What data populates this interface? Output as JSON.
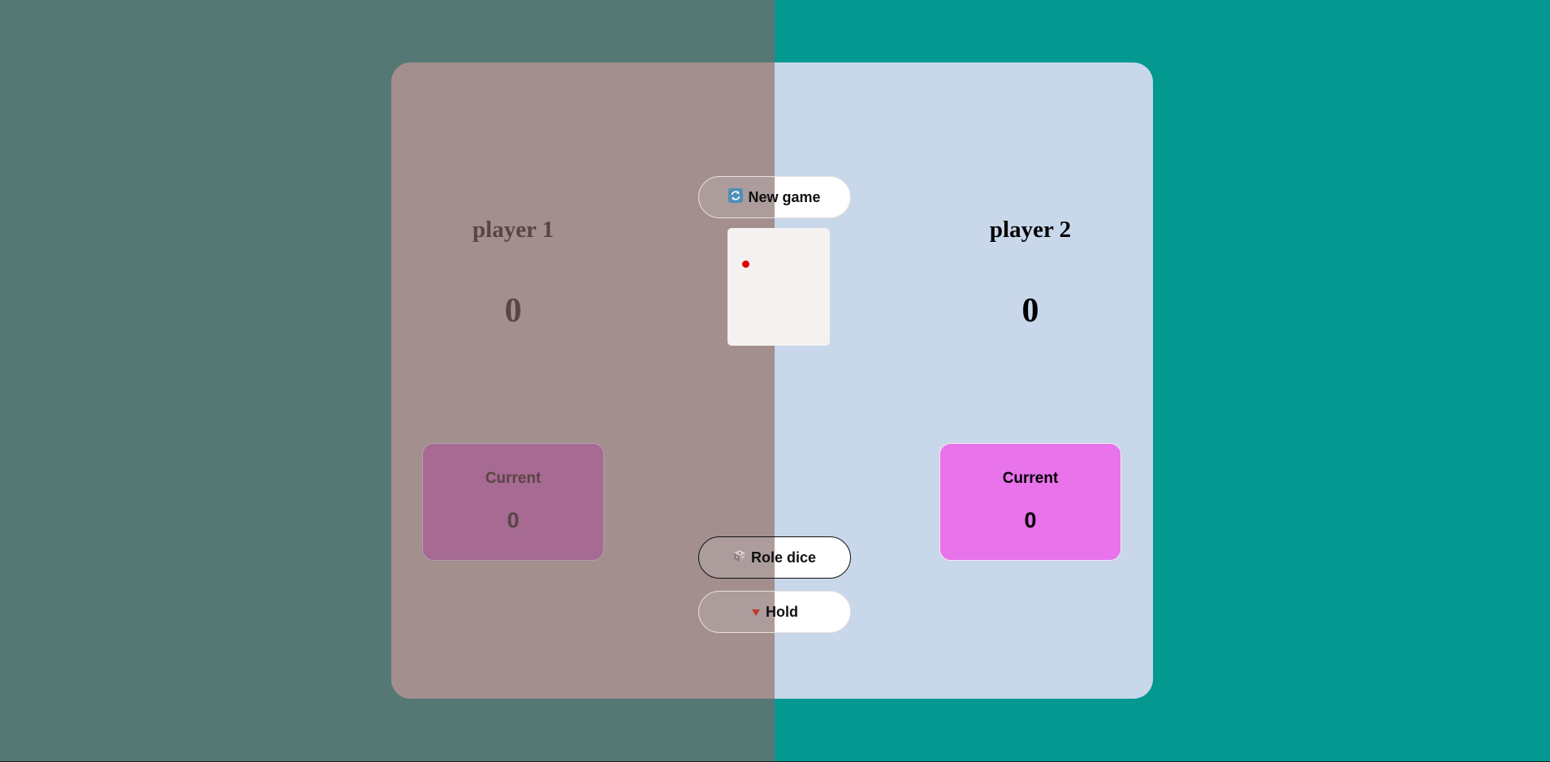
{
  "buttons": {
    "new_game": "New game",
    "roll_dice": "Role dice",
    "hold": "Hold"
  },
  "players": [
    {
      "name": "player 1",
      "score": "0",
      "current_label": "Current",
      "current_value": "0"
    },
    {
      "name": "player 2",
      "score": "0",
      "current_label": "Current",
      "current_value": "0"
    }
  ],
  "dice": {
    "value": 1
  },
  "colors": {
    "page_background": "#039890",
    "left_half_overlay": "#567875",
    "player_1_panel": "#a28f8e",
    "player_2_panel": "#c8d7ea",
    "player_1_current_box": "#a66a93",
    "player_2_current_box": "#e873ea",
    "dice_pip": "#e00000"
  },
  "icons": {
    "new_game": "refresh-icon",
    "roll_dice": "dice-icon",
    "hold": "down-triangle-icon"
  }
}
